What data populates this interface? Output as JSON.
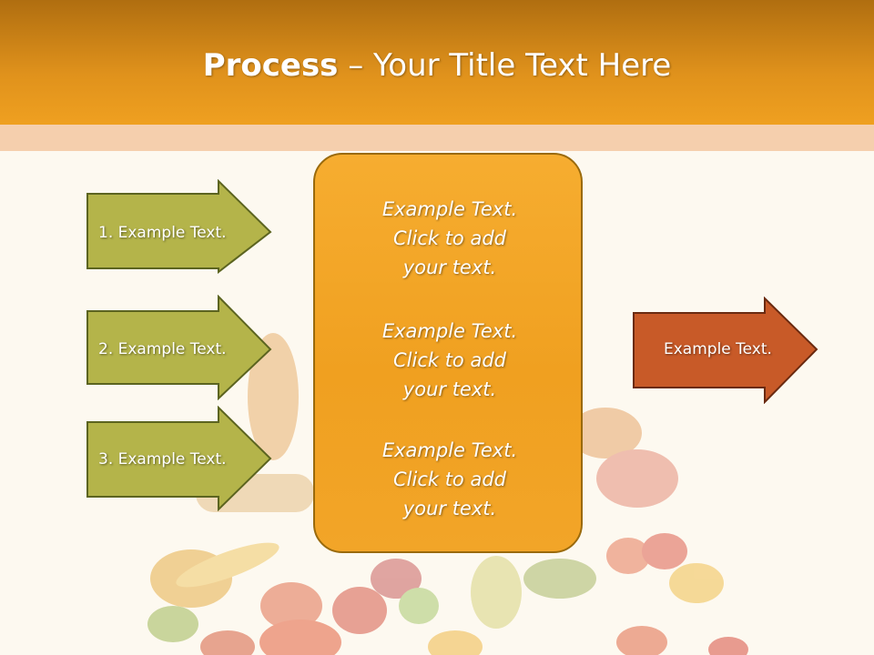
{
  "slide": {
    "title_bold": "Process",
    "title_rest": " – Your Title Text Here"
  },
  "left_arrows": [
    {
      "label": "1. Example Text."
    },
    {
      "label": "2. Example Text."
    },
    {
      "label": "3. Example Text."
    }
  ],
  "center_box": {
    "blocks": [
      {
        "lines": [
          "Example Text.",
          "Click  to add",
          "your text."
        ]
      },
      {
        "lines": [
          "Example Text.",
          "Click  to add",
          "your text."
        ]
      },
      {
        "lines": [
          "Example Text.",
          "Click  to add",
          "your text."
        ]
      }
    ]
  },
  "right_arrow": {
    "label": "Example Text."
  },
  "colors": {
    "header": "#e0921c",
    "left_arrow_fill": "#b4b44a",
    "right_arrow_fill": "#c85a28",
    "center_box_fill": "#f0a020"
  }
}
